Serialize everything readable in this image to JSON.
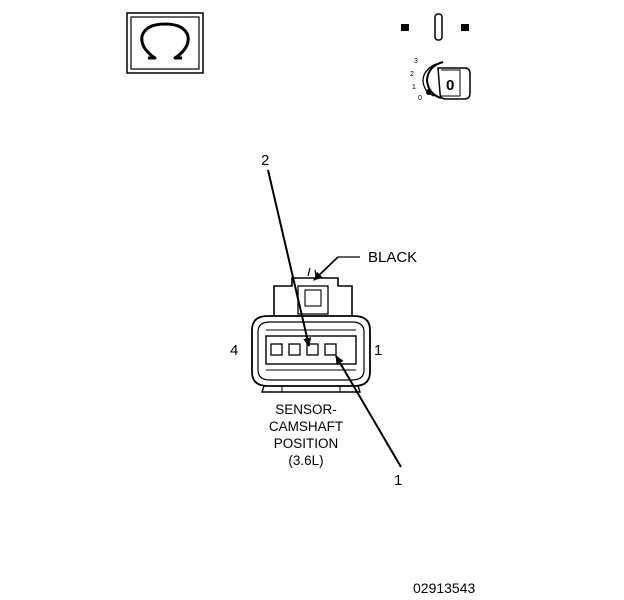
{
  "connector": {
    "color_label": "BLACK",
    "name_lines": [
      "SENSOR-",
      "CAMSHAFT",
      "POSITION",
      "(3.6L)"
    ],
    "pin_left": "4",
    "pin_right": "1",
    "callout_top": "2",
    "callout_bottom": "1"
  },
  "key_switch": {
    "positions": [
      "3",
      "2",
      "1",
      "0"
    ],
    "key_label": "0"
  },
  "figure_id": "02913543",
  "icons": {
    "ohmmeter": "ohm-symbol-icon",
    "ignition": "ignition-key-icon",
    "off_state": "switch-off-icon"
  }
}
